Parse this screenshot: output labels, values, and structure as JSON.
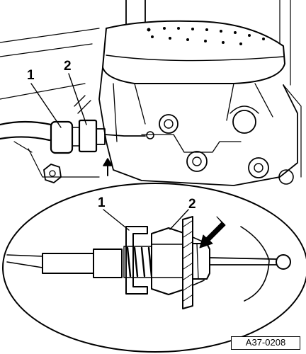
{
  "labels": {
    "upper_part_1": "1",
    "upper_part_2": "2",
    "detail_part_1": "1",
    "detail_part_2": "2"
  },
  "reference_code": "A37-0208",
  "colors": {
    "line": "#000000",
    "background": "#ffffff"
  }
}
